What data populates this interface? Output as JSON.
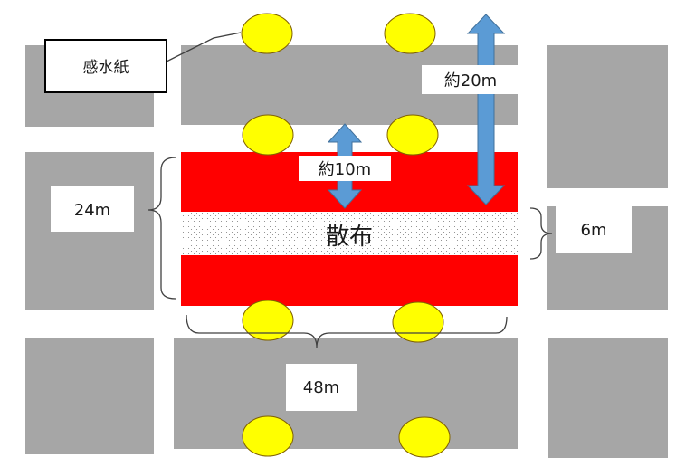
{
  "labels": {
    "paper": "感水紙",
    "spray": "散布",
    "dist_10": "約10m",
    "dist_20": "約20m",
    "width_24": "24m",
    "width_6": "6m",
    "length_48": "48m"
  },
  "colors": {
    "building": "#a6a6a6",
    "spray_zone": "#ff0000",
    "spray_band": "#ffffff",
    "water_sensitive_paper": "#ffff00",
    "arrow": "#5b9bd5"
  }
}
